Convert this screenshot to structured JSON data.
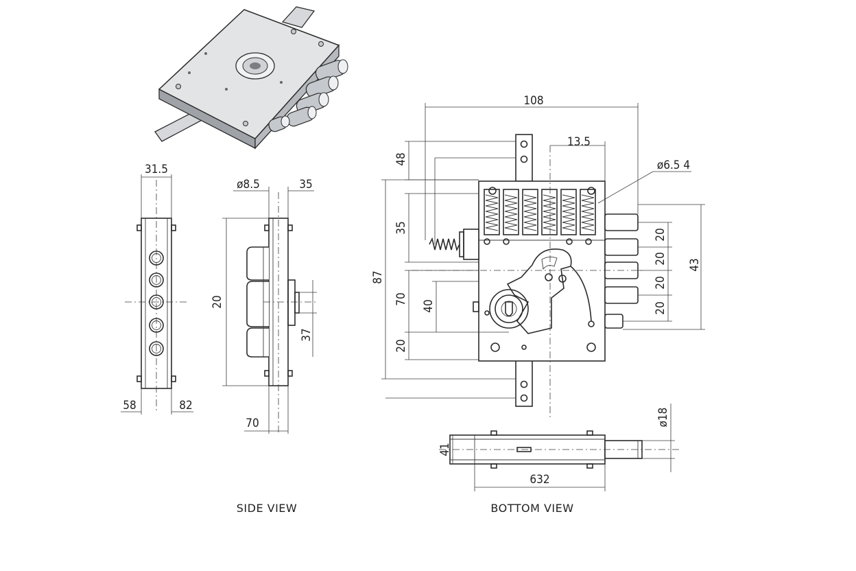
{
  "labels": {
    "side_view": "SIDE VIEW",
    "bottom_view": "BOTTOM VIEW"
  },
  "dimensions": {
    "side_width_top": "31.5",
    "side_left_bottom": "58",
    "side_right_bottom": "82",
    "profile_diameter": "ø8.5",
    "profile_top": "35",
    "profile_height": "20",
    "profile_small": "37",
    "profile_bottom": "70",
    "front_width": "108",
    "front_top_pitch": "13.5",
    "front_bolt_diameter": "ø6.5 4",
    "front_top_offset": "48",
    "front_spring_height": "35",
    "front_total_height": "87",
    "front_lower_70": "70",
    "front_lower_40": "40",
    "front_lower_20": "20",
    "bolt_pitch_1": "20",
    "bolt_pitch_2": "20",
    "bolt_pitch_3": "20",
    "bolt_pitch_4": "20",
    "bolt_span": "43",
    "bottom_diameter": "ø18",
    "bottom_height": "41",
    "bottom_length": "632"
  }
}
